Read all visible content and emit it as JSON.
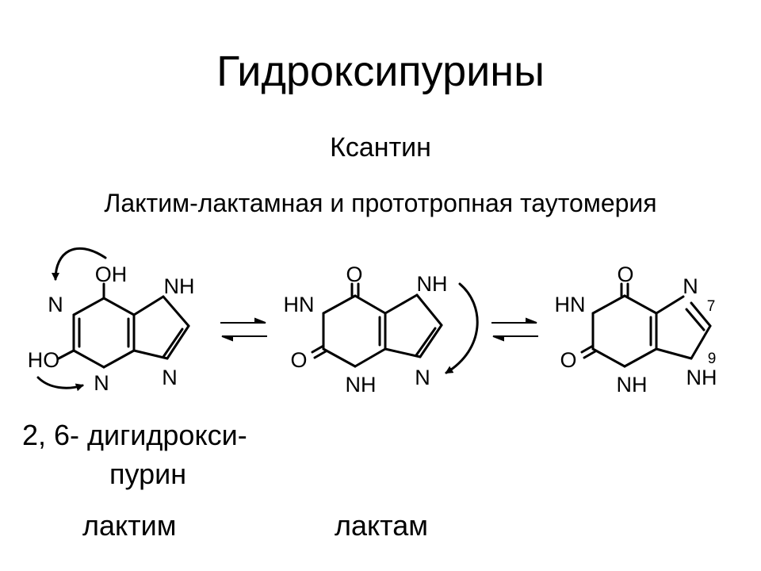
{
  "slide": {
    "title": "Гидроксипурины",
    "subtitle": "Ксантин",
    "caption": "Лактим-лактамная и прототропная таутомерия"
  },
  "structures": {
    "lactim": {
      "oh_top": "OH",
      "n1": "N",
      "ho": "HO",
      "n3": "N",
      "nh": "NH",
      "n": "N"
    },
    "lactam_a": {
      "o_top": "O",
      "hn": "HN",
      "o_left": "O",
      "nh_bottom": "NH",
      "nh": "NH",
      "n": "N"
    },
    "lactam_b": {
      "o_top": "O",
      "hn": "HN",
      "o_left": "O",
      "nh_bottom": "NH",
      "n7": "N",
      "num7": "7",
      "nh9": "NH",
      "num9": "9"
    }
  },
  "labels": {
    "name_line1": "2, 6- дигидрокси-",
    "name_line2": "пурин",
    "lactim": "лактим",
    "lactam": "лактам"
  }
}
